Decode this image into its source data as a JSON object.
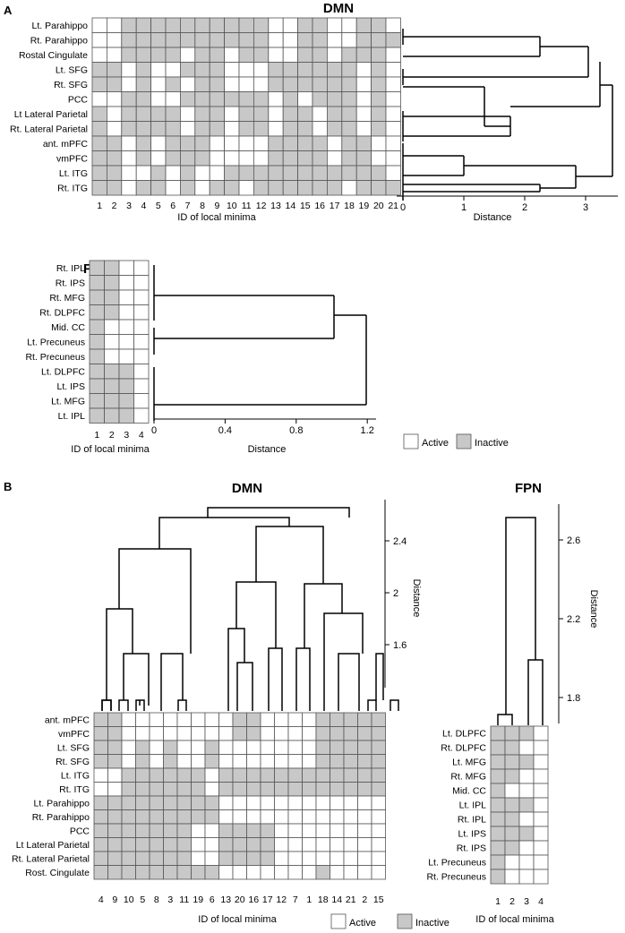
{
  "colors": {
    "active": "#ffffff",
    "inactive": "#c8c8c8",
    "grid": "#555555"
  },
  "legend": {
    "active": "Active",
    "inactive": "Inactive"
  },
  "panel_a": {
    "letter": "A",
    "dmn": {
      "title": "DMN",
      "rows": [
        "Lt. Parahippo",
        "Rt. Parahippo",
        "Rostal Cingulate",
        "Lt. SFG",
        "Rt. SFG",
        "PCC",
        "Lt Lateral Parietal",
        "Rt. Lateral Parietal",
        "ant. mPFC",
        "vmPFC",
        "Lt. ITG",
        "Rt. ITG"
      ],
      "cols": [
        "1",
        "2",
        "3",
        "4",
        "5",
        "6",
        "7",
        "8",
        "9",
        "10",
        "11",
        "12",
        "13",
        "14",
        "15",
        "16",
        "17",
        "18",
        "19",
        "20",
        "21"
      ],
      "grid": [
        "001111111111001100110",
        "001111111111001100111",
        "001111011011001101110",
        "110100111000111111010",
        "110101011000111111010",
        "001100111111010111010",
        "101111011011011011010",
        "101111011011011011010",
        "110101110000111101100",
        "110101110000111101100",
        "110010100111111111110",
        "110110101101111110111"
      ],
      "xlabel": "ID of local minima",
      "dist_xlabel": "Distance",
      "dist_ticks": [
        "0",
        "1",
        "2",
        "3"
      ]
    },
    "fpn": {
      "title": "FPN",
      "rows": [
        "Rt. IPL",
        "Rt. IPS",
        "Rt. MFG",
        "Rt. DLPFC",
        "Mid. CC",
        "Lt. Precuneus",
        "Rt. Precuneus",
        "Lt. DLPFC",
        "Lt. IPS",
        "Lt. MFG",
        "Lt. IPL"
      ],
      "cols": [
        "1",
        "2",
        "3",
        "4"
      ],
      "grid": [
        "1100",
        "1100",
        "1100",
        "1100",
        "1000",
        "1000",
        "1000",
        "1110",
        "1110",
        "1110",
        "1110"
      ],
      "xlabel": "ID of local minima",
      "dist_xlabel": "Distance",
      "dist_ticks": [
        "0",
        "0.4",
        "0.8",
        "1.2"
      ]
    }
  },
  "panel_b": {
    "letter": "B",
    "dmn": {
      "title": "DMN",
      "rows": [
        "ant. mPFC",
        "vmPFC",
        "Lt. SFG",
        "Rt. SFG",
        "Lt. ITG",
        "Rt. ITG",
        "Lt. Parahippo",
        "Rt. Parahippo",
        "PCC",
        "Lt Lateral Parietal",
        "Rt. Lateral Parietal",
        "Rost. Cingulate"
      ],
      "cols": [
        "4",
        "9",
        "10",
        "5",
        "8",
        "3",
        "11",
        "19",
        "6",
        "13",
        "20",
        "16",
        "17",
        "12",
        "7",
        "1",
        "18",
        "14",
        "21",
        "2",
        "15"
      ],
      "grid": [
        "110000000011000011111",
        "110000000011000011111",
        "110101001000000011111",
        "110101001000000011111",
        "001111110111111111111",
        "001111110111111111111",
        "111111111000000000000",
        "111111111000000000000",
        "111111100111100000000",
        "111111100111100000000",
        "111111100111100000000",
        "111111111000000010000"
      ],
      "xlabel": "ID of local minima",
      "dist_ylabel": "Distance",
      "dist_ticks": [
        "1.6",
        "2",
        "2.4"
      ]
    },
    "fpn": {
      "title": "FPN",
      "rows": [
        "Lt. DLPFC",
        "Rt. DLPFC",
        "Lt. MFG",
        "Rt. MFG",
        "Mid. CC",
        "Lt. IPL",
        "Rt. IPL",
        "Lt. IPS",
        "Rt. IPS",
        "Lt. Precuneus",
        "Rt. Precuneus"
      ],
      "cols": [
        "1",
        "2",
        "3",
        "4"
      ],
      "grid": [
        "1110",
        "1100",
        "1110",
        "1100",
        "1000",
        "1110",
        "1100",
        "1110",
        "1100",
        "1000",
        "1000"
      ],
      "xlabel": "ID of local minima",
      "dist_ylabel": "Distance",
      "dist_ticks": [
        "1.8",
        "2.2",
        "2.6"
      ]
    }
  }
}
